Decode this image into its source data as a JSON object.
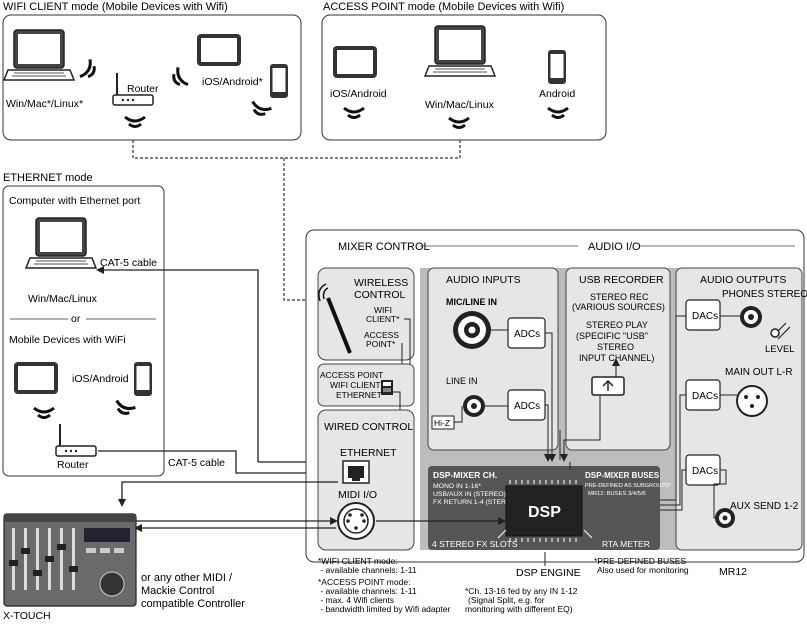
{
  "wifi_client": {
    "title": "WIFI CLIENT mode (Mobile Devices with Wifi)",
    "laptop": "Win/Mac*/Linux*",
    "router": "Router",
    "ios_android": "iOS/Android*"
  },
  "access_point": {
    "title": "ACCESS POINT mode (Mobile Devices with Wifi)",
    "ios_android": "iOS/Android",
    "laptop": "Win/Mac/Linux",
    "android": "Android"
  },
  "ethernet": {
    "title": "ETHERNET mode",
    "computer_title": "Computer with Ethernet port",
    "cable1": "CAT-5 cable",
    "laptop": "Win/Mac/Linux",
    "or": "or",
    "mobile_title": "Mobile Devices with WiFi",
    "ios_android": "iOS/Android",
    "router": "Router",
    "cable2": "CAT-5 cable"
  },
  "mixer": {
    "mixer_control": "MIXER CONTROL",
    "audio_io": "AUDIO I/O",
    "wireless_control": [
      "WIRELESS",
      "CONTROL"
    ],
    "wifi_client": [
      "WIFI",
      "CLIENT*"
    ],
    "access_point": [
      "ACCESS",
      "POINT*"
    ],
    "switch_labels": [
      "ACCESS POINT",
      "WIFI CLIENT",
      "ETHERNET"
    ],
    "wired_control": "WIRED CONTROL",
    "ethernet": "ETHERNET",
    "midi_io": "MIDI I/O",
    "audio_inputs": "AUDIO INPUTS",
    "mic_line_in": "MIC/LINE IN",
    "adcs": "ADCs",
    "line_in": "LINE IN",
    "hi_z": "Hi-Z",
    "usb_recorder": "USB RECORDER",
    "stereo_rec": [
      "STEREO REC",
      "(VARIOUS SOURCES)"
    ],
    "stereo_play": [
      "STEREO PLAY",
      "(SPECIFIC \"USB\"",
      "STEREO",
      "INPUT CHANNEL)"
    ],
    "audio_outputs": "AUDIO OUTPUTS",
    "dacs": "DACs",
    "phones_stereo": "PHONES STEREO",
    "level": "LEVEL",
    "main_out": "MAIN OUT L-R",
    "aux_send": "AUX SEND 1-2",
    "dsp_mixer_ch": "DSP-MIXER CH.",
    "dsp_ch_lines": [
      "MONO IN 1-16*",
      "USB/AUX IN (STEREO)",
      "FX RETURN 1-4 (STEREO)"
    ],
    "dsp_mixer_buses": "DSP-MIXER BUSES",
    "dsp_bus_lines": [
      "PRE-DEFINED AS SUBGROUPS*",
      "MR12: BUSES 3/4/5/6"
    ],
    "dsp": "DSP",
    "fx_slots": "4 STEREO FX SLOTS",
    "rta_meter": "RTA METER",
    "dsp_engine": "DSP ENGINE",
    "mr12": "MR12"
  },
  "notes": {
    "wifi_client": [
      "*WIFI CLIENT mode:",
      " - available channels: 1-11"
    ],
    "access_point": [
      "*ACCESS POINT mode:",
      " - available channels: 1-11",
      " - max. 4 Wifi clients",
      " - bandwidth limited by Wifi adapter"
    ],
    "channels": [
      "*Ch. 13-16 fed by any IN 1-12",
      "(Signal Split, e.g. for",
      "monitoring with different EQ)"
    ],
    "predefined": [
      "*PRE-DEFINED BUSES",
      "Also used for monitoring"
    ]
  },
  "xtouch": {
    "label": "X-TOUCH",
    "caption": [
      "or any other MIDI /",
      "Mackie Control",
      "compatible Controller"
    ]
  }
}
